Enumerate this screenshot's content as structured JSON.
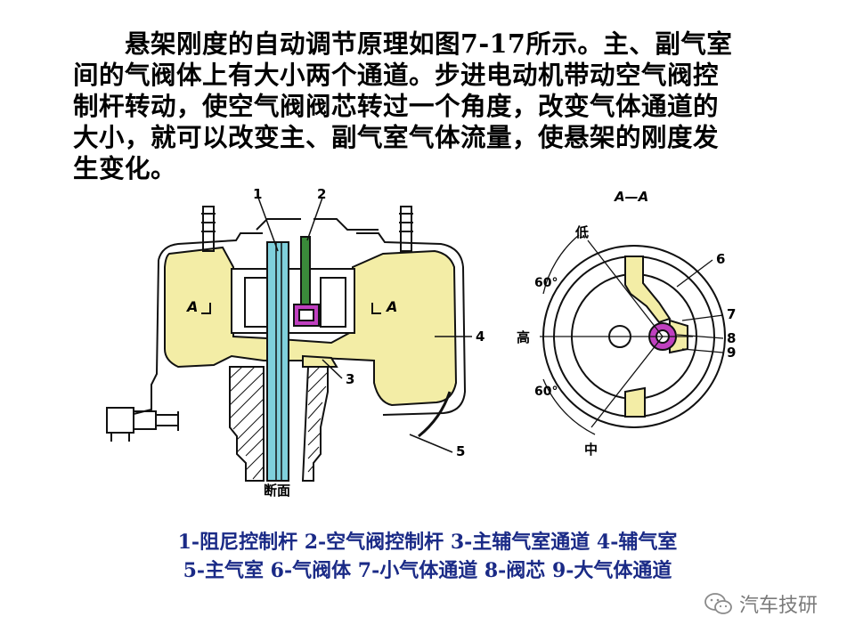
{
  "intro": {
    "lines": [
      "悬架刚度的自动调节原理如图7-17所示。主、副气室",
      "间的气阀体上有大小两个通道。步进电动机带动空气阀控",
      "制杆转动，使空气阀阀芯转过一个角度，改变气体通道的",
      "大小，就可以改变主、副气室气体流量，使悬架的刚度发",
      "生变化。"
    ]
  },
  "left_figure": {
    "numbers": [
      "1",
      "2",
      "3",
      "4",
      "5"
    ],
    "section_mark_left": "A",
    "section_mark_right": "A",
    "caption": "断面"
  },
  "right_figure": {
    "title": "A—A",
    "low": "低",
    "high": "高",
    "mid": "中",
    "angle_top": "60°",
    "angle_bottom": "60°",
    "numbers": [
      "6",
      "7",
      "8",
      "9"
    ]
  },
  "legend": {
    "line1": "1-阻尼控制杆 2-空气阀控制杆 3-主辅气室通道  4-辅气室",
    "line2": "5-主气室  6-气阀体  7-小气体通道  8-阀芯  9-大气体通道"
  },
  "watermark": {
    "text": "汽车技研",
    "icon": "wechat-icon"
  },
  "colors": {
    "yellow": "#f3eda6",
    "cyan": "#7fd0dc",
    "green": "#3a8a3a",
    "magenta": "#c040c0",
    "legend_blue": "#1a2a86"
  }
}
